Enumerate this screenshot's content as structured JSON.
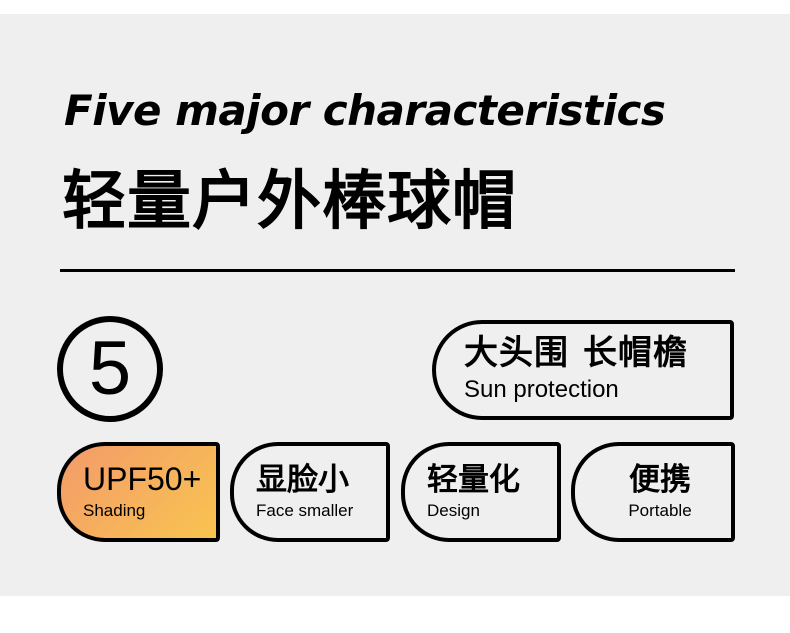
{
  "heading": {
    "english": "Five major characteristics",
    "chinese": "轻量户外棒球帽"
  },
  "feature_number": "5",
  "main_feature": {
    "title_part1": "大头围",
    "title_part2": "长帽檐",
    "subtitle": "Sun protection"
  },
  "features": [
    {
      "title": "UPF50+",
      "subtitle": "Shading"
    },
    {
      "title": "显脸小",
      "subtitle": "Face smaller"
    },
    {
      "title": "轻量化",
      "subtitle": "Design"
    },
    {
      "title": "便携",
      "subtitle": "Portable"
    }
  ],
  "colors": {
    "panel_background": "#efefef",
    "highlight_gradient_start": "#f39a6a",
    "highlight_gradient_end": "#f8c44f",
    "stroke": "#000000"
  }
}
